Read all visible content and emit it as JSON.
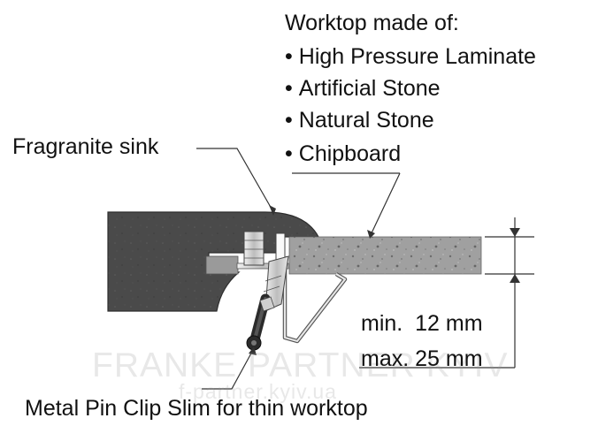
{
  "labels": {
    "worktop_heading": "Worktop made of:",
    "worktop_materials": [
      "High Pressure Laminate",
      "Artificial Stone",
      "Natural Stone",
      "Chipboard"
    ],
    "sink": "Fragranite sink",
    "thickness_min": "min.  12 mm",
    "thickness_max": "max. 25 mm",
    "clip": "Metal Pin Clip Slim for thin worktop"
  },
  "watermark": {
    "main": "FRANKE PARTNER KYIV",
    "sub": "f-partner.kyiv.ua"
  },
  "colors": {
    "sink": "#4a4a4a",
    "worktop": "#9c9c9c",
    "clip_metal": "#d8d8d8",
    "bolt": "#2b2b2b",
    "text": "#111111"
  },
  "icons": [
    "bullet-dot",
    "dimension-arrow-icon"
  ]
}
